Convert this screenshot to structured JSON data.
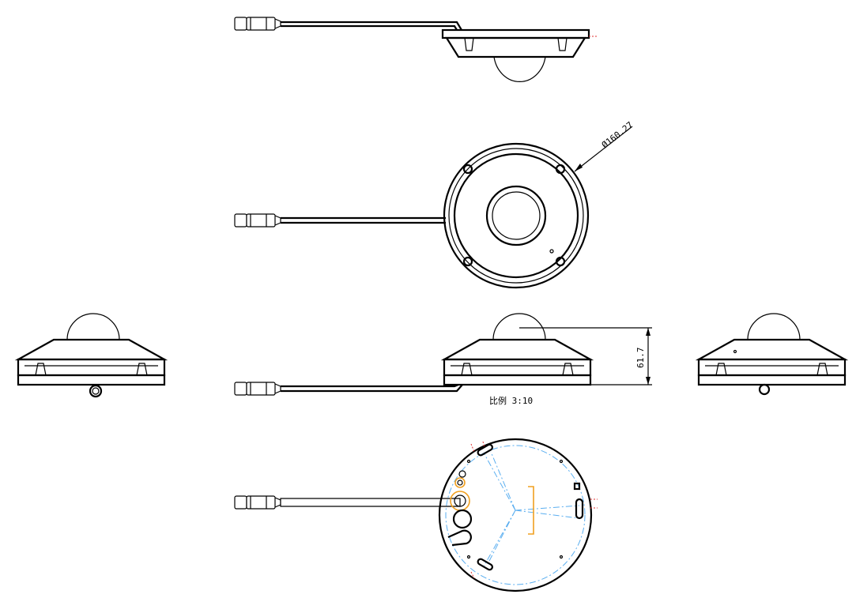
{
  "drawing": {
    "diameter_dimension": "Ø160.27",
    "height_dimension": "61.7",
    "scale_label": "比例 3:10"
  },
  "colors": {
    "outline": "#000000",
    "centerline": "#5aaef0",
    "highlight": "#f0a020",
    "hidden_mark": "#e03030"
  }
}
